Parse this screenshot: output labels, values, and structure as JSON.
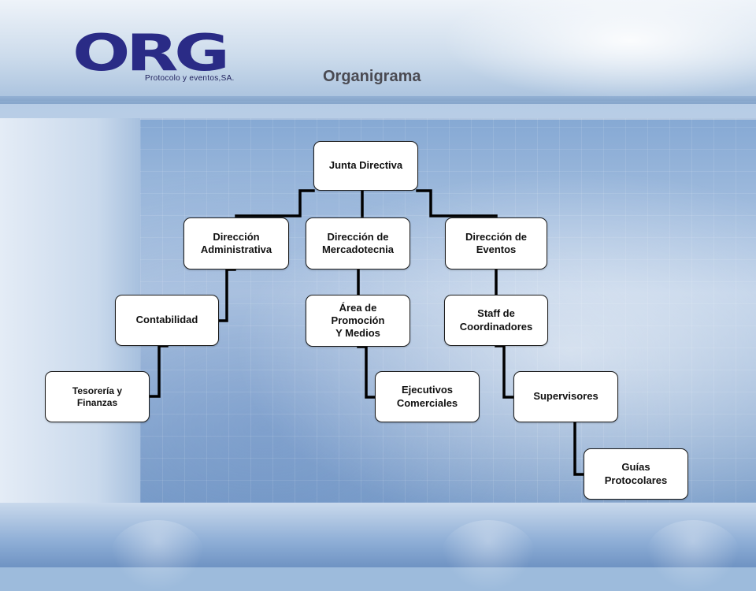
{
  "header": {
    "logo_text": "ORG",
    "logo_tagline": "Protocolo y eventos,SA.",
    "title": "Organigrama"
  },
  "org_chart": {
    "nodes": {
      "junta": "Junta Directiva",
      "dir_admin": "Dirección\nAdministrativa",
      "dir_merc": "Dirección de\nMercadotecnia",
      "dir_eventos": "Dirección de\nEventos",
      "contabilidad": "Contabilidad",
      "area_promocion": "Área de\nPromoción\nY Medios",
      "staff": "Staff de\nCoordinadores",
      "tesoreria": "Tesorería y\nFinanzas",
      "ejecutivos": "Ejecutivos\nComerciales",
      "supervisores": "Supervisores",
      "guias": "Guías\nProtocolares"
    },
    "relations": [
      [
        "junta",
        "dir_admin"
      ],
      [
        "junta",
        "dir_merc"
      ],
      [
        "junta",
        "dir_eventos"
      ],
      [
        "dir_admin",
        "contabilidad"
      ],
      [
        "contabilidad",
        "tesoreria"
      ],
      [
        "dir_merc",
        "area_promocion"
      ],
      [
        "area_promocion",
        "ejecutivos"
      ],
      [
        "dir_eventos",
        "staff"
      ],
      [
        "staff",
        "supervisores"
      ],
      [
        "supervisores",
        "guias"
      ]
    ]
  }
}
